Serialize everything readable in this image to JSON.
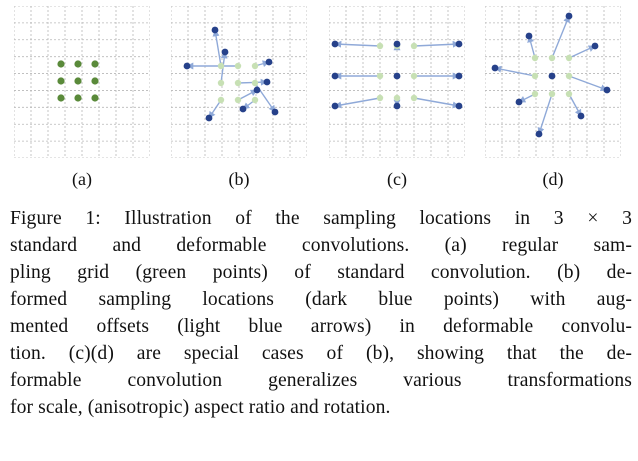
{
  "figure": {
    "panels": [
      {
        "label": "(a)",
        "mode": "regular"
      },
      {
        "label": "(b)",
        "mode": "deformed"
      },
      {
        "label": "(c)",
        "mode": "scale"
      },
      {
        "label": "(d)",
        "mode": "rotation"
      }
    ],
    "colors": {
      "grid": "#b8b8b8",
      "regular_point": "#5a8a3a",
      "regular_point_light": "#c7e0b4",
      "deformed_point": "#26418a",
      "offset_arrow": "#8fa9d8"
    }
  },
  "caption": {
    "lines": [
      "Figure 1: Illustration of the sampling locations in 3 × 3",
      "standard and deformable convolutions. (a) regular sam-",
      "pling grid (green points) of standard convolution. (b) de-",
      "formed sampling locations (dark blue points) with aug-",
      "mented offsets (light blue arrows) in deformable convolu-",
      "tion. (c)(d) are special cases of (b), showing that the de-",
      "formable convolution generalizes various transformations",
      "for scale, (anisotropic) aspect ratio and rotation."
    ]
  }
}
